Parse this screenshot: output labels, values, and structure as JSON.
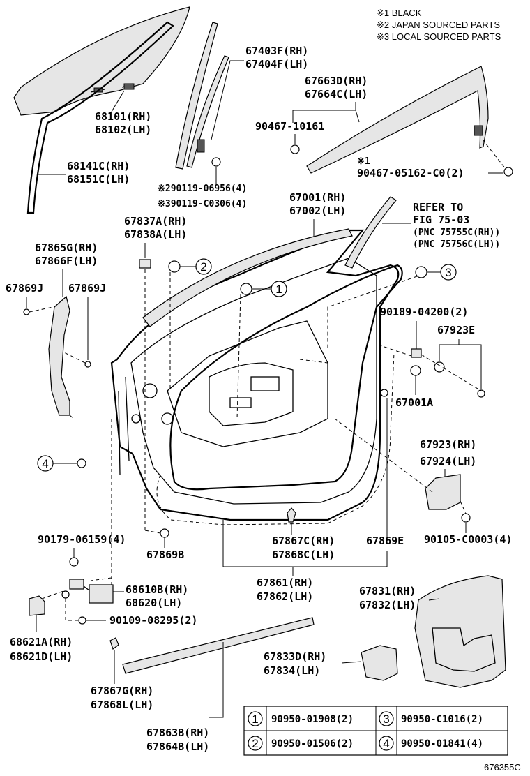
{
  "notes": {
    "n1": "※1 BLACK",
    "n2": "※2 JAPAN SOURCED PARTS",
    "n3": "※3 LOCAL SOURCED PARTS"
  },
  "labels": {
    "l67403": "67403F(RH)",
    "l67404": "67404F(LH)",
    "l68101": "68101(RH)",
    "l68102": "68102(LH)",
    "l68141": "68141C(RH)",
    "l68151": "68151C(LH)",
    "l90119a": "※290119-06956(4)",
    "l90119b": "※390119-C0306(4)",
    "l67663": "67663D(RH)",
    "l67664": "67664C(LH)",
    "l90467a": "90467-10161",
    "l90467mark": "※1",
    "l90467b": "90467-05162-C0(2)",
    "l67001": "67001(RH)",
    "l67002": "67002(LH)",
    "refer1": "REFER TO",
    "refer2": "FIG 75-03",
    "refer3": "(PNC 75755C(RH))",
    "refer4": "(PNC 75756C(LH))",
    "l67837": "67837A(RH)",
    "l67838": "67838A(LH)",
    "l67865": "67865G(RH)",
    "l67866": "67866F(LH)",
    "l67869j1": "67869J",
    "l67869j2": "67869J",
    "l90189": "90189-04200(2)",
    "l67923e": "67923E",
    "l67001a": "67001A",
    "l67923": "67923(RH)",
    "l67924": "67924(LH)",
    "l90179": "90179-06159(4)",
    "l67869b": "67869B",
    "l67867c": "67867C(RH)",
    "l67868c": "67868C(LH)",
    "l67869e": "67869E",
    "l90105": "90105-C0003(4)",
    "l68610": "68610B(RH)",
    "l68620": "68620(LH)",
    "l67861": "67861(RH)",
    "l67862": "67862(LH)",
    "l67831": "67831(RH)",
    "l67832": "67832(LH)",
    "l90109": "90109-08295(2)",
    "l68621a": "68621A(RH)",
    "l68621d": "68621D(LH)",
    "l67833": "67833D(RH)",
    "l67834": "67834(LH)",
    "l67867g": "67867G(RH)",
    "l67868l": "67868L(LH)",
    "l67863": "67863B(RH)",
    "l67864": "67864B(LH)",
    "fig_code": "676355C"
  },
  "callouts": {
    "c1": "1",
    "c2": "2",
    "c3": "3",
    "c4": "4"
  },
  "legend_table": [
    {
      "num": "1",
      "part": "90950-01908(2)"
    },
    {
      "num": "2",
      "part": "90950-01506(2)"
    },
    {
      "num": "3",
      "part": "90950-C1016(2)"
    },
    {
      "num": "4",
      "part": "90950-01841(4)"
    }
  ]
}
